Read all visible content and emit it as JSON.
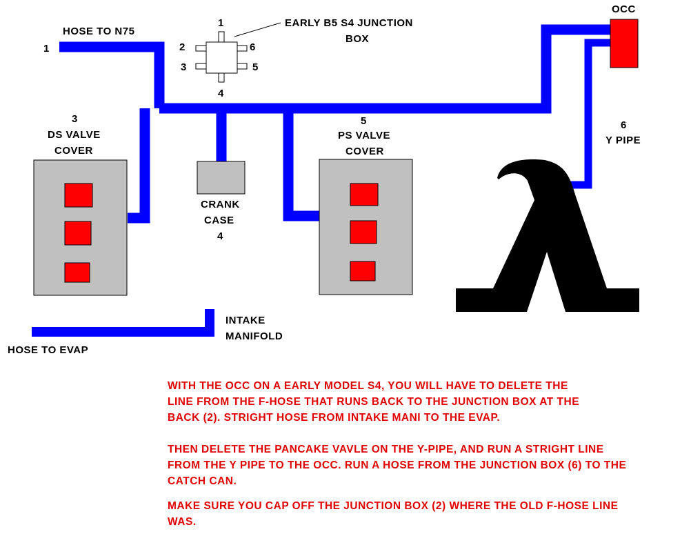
{
  "colors": {
    "hose": "#0000ff",
    "component_fill": "#c0c0c0",
    "port_fill": "#ff0000",
    "text": "#000000",
    "note_text": "#e00000",
    "symbol": "#000000"
  },
  "labels": {
    "hose_n75_num": "1",
    "hose_n75": "HOSE TO N75",
    "junction_box_title_line1": "EARLY B5 S4 JUNCTION",
    "junction_box_title_line2": "BOX",
    "jb_port_1": "1",
    "jb_port_2": "2",
    "jb_port_3": "3",
    "jb_port_4": "4",
    "jb_port_5": "5",
    "jb_port_6": "6",
    "occ": "OCC",
    "ds_num": "3",
    "ds_line1": "DS VALVE",
    "ds_line2": "COVER",
    "crank_line1": "CRANK",
    "crank_line2": "CASE",
    "crank_num": "4",
    "ps_num": "5",
    "ps_line1": "PS VALVE",
    "ps_line2": "COVER",
    "ypipe_num": "6",
    "ypipe": "Y PIPE",
    "intake_line1": "INTAKE",
    "intake_line2": "MANIFOLD",
    "hose_evap": "HOSE TO EVAP"
  },
  "symbol": {
    "name": "lambda-symbol",
    "glyph": "λ"
  },
  "notes": [
    {
      "lines": [
        "WITH THE OCC ON A EARLY MODEL S4, YOU WILL HAVE TO DELETE THE",
        "LINE FROM THE F-HOSE THAT RUNS BACK TO THE JUNCTION BOX AT THE",
        "BACK (2).  STRIGHT HOSE FROM INTAKE MANI TO THE EVAP."
      ]
    },
    {
      "lines": [
        "THEN DELETE THE PANCAKE VAVLE ON THE Y-PIPE, AND RUN A STRIGHT LINE",
        "FROM THE Y PIPE TO THE OCC. RUN A HOSE FROM THE JUNCTION BOX (6) TO THE",
        "CATCH CAN."
      ]
    },
    {
      "lines": [
        "MAKE SURE YOU CAP OFF THE JUNCTION BOX (2) WHERE THE OLD F-HOSE LINE",
        "WAS."
      ]
    }
  ]
}
